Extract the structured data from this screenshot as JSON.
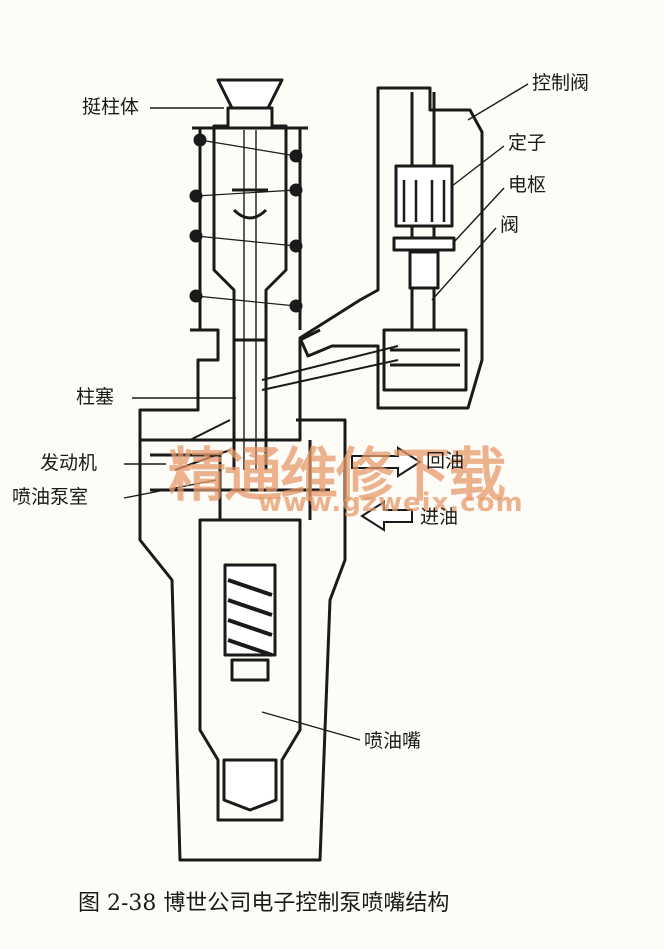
{
  "labels": {
    "plunger_body": "挺柱体",
    "control_valve": "控制阀",
    "stator": "定子",
    "armature": "电枢",
    "valve": "阀",
    "plunger": "柱塞",
    "engine": "发动机",
    "pump_chamber": "喷油泵室",
    "return_oil": "回油",
    "inlet_oil": "进油",
    "nozzle": "喷油嘴"
  },
  "watermark": {
    "title": "精通维修下载",
    "url": "www.gzweix.com"
  },
  "caption": "图 2-38    博世公司电子控制泵喷嘴结构",
  "colors": {
    "ink": "#1a1a1a",
    "paper": "#fdfcf7",
    "watermark": "#e79a6a"
  }
}
